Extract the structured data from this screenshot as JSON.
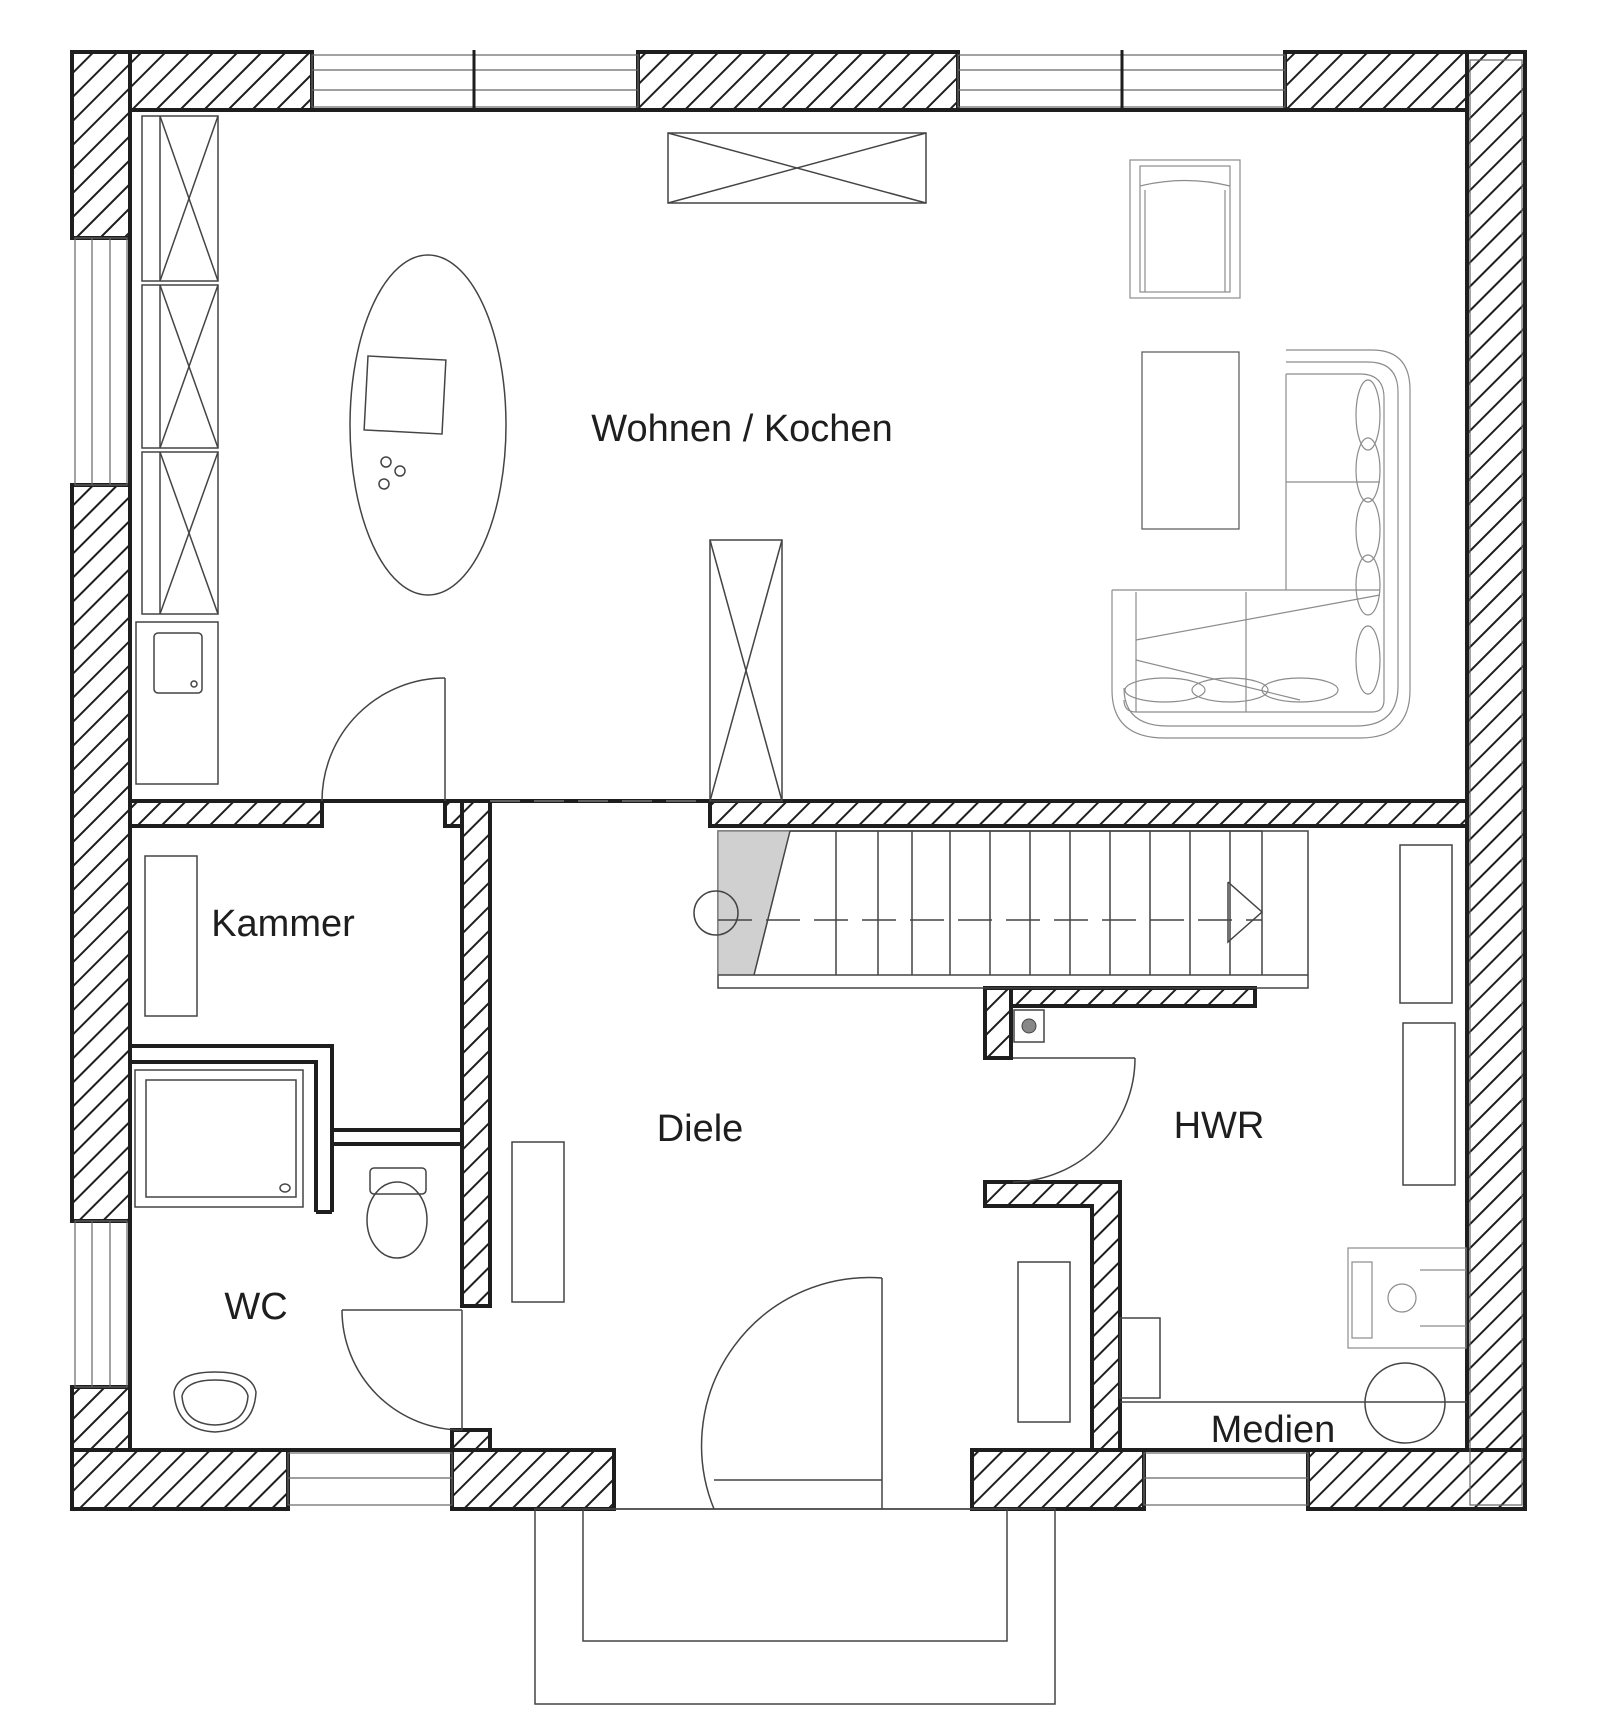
{
  "rooms": {
    "wohnen": "Wohnen / Kochen",
    "kammer": "Kammer",
    "diele": "Diele",
    "hwr": "HWR",
    "wc": "WC",
    "medien": "Medien"
  }
}
